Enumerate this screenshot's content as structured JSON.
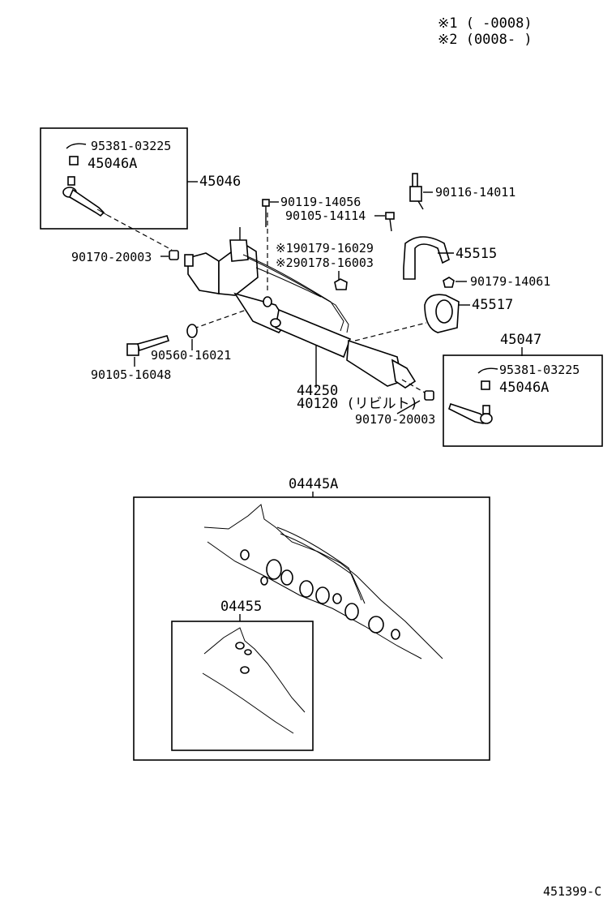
{
  "legend": {
    "row1": "※1  (      -0008)",
    "row2": "※2  (0008-      )"
  },
  "labels": {
    "p95381_a": "95381-03225",
    "p45046a_a": "45046A",
    "p45046": "45046",
    "p90170_a": "90170-20003",
    "p90119": "90119-14056",
    "p90105_a": "90105-14114",
    "p90116": "90116-14011",
    "p90179_16029": "※190179-16029",
    "p90178": "※290178-16003",
    "p45515": "45515",
    "p90179_14061": "90179-14061",
    "p45517": "45517",
    "p45047": "45047",
    "p95381_b": "95381-03225",
    "p45046a_b": "45046A",
    "p90560": "90560-16021",
    "p90105_b": "90105-16048",
    "p44250": "44250",
    "p40120": "40120 (リビルト)",
    "p90170_b": "90170-20003",
    "p04445a": "04445A",
    "p04455": "04455",
    "footer": "451399-C"
  }
}
